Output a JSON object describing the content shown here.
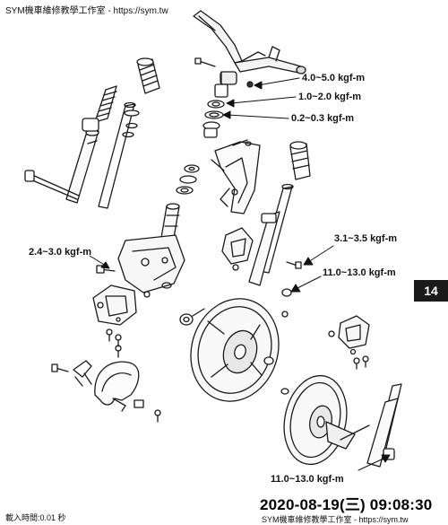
{
  "watermark_top": "SYM機車維修教學工作室 - https://sym.tw",
  "watermark_bottom": "SYM機車維修教學工作室 - https://sym.tw",
  "load_time": "載入時間:0.01 秒",
  "timestamp": "2020-08-19(三) 09:08:30",
  "section_tab": "14",
  "torque_specs": {
    "handlebar_bolt": "4.0~5.0 kgf-m",
    "stem_nut_upper": "1.0~2.0 kgf-m",
    "stem_nut_lower": "0.2~0.3 kgf-m",
    "caliper_left": "2.4~3.0 kgf-m",
    "fork_clamp": "3.1~3.5 kgf-m",
    "axle_upper": "11.0~13.0 kgf-m",
    "axle_lower": "11.0~13.0 kgf-m"
  },
  "colors": {
    "line": "#1a1a1a",
    "tab_bg": "#1a1a1a"
  }
}
